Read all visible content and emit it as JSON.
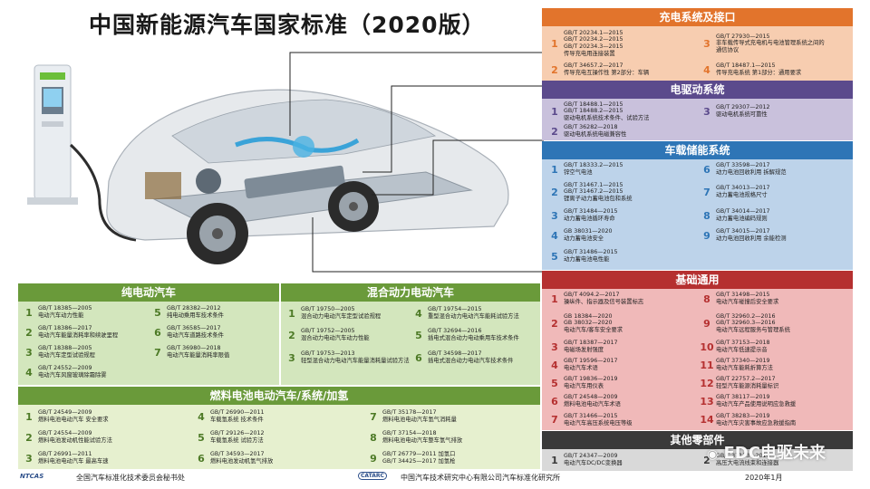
{
  "title": "中国新能源汽车国家标准（2020版）",
  "colors": {
    "charging": "#e2742c",
    "charging_light": "#f7cdb0",
    "motor": "#5b4a8c",
    "motor_light": "#c9c1dc",
    "storage": "#2e75b6",
    "storage_light": "#bdd3ea",
    "basic": "#b53030",
    "basic_light": "#f0b9b9",
    "other": "#3a3a3a",
    "other_light": "#d9d9d9",
    "ev": "#6a9a3a",
    "ev_light": "#d3e6bd",
    "fuel": "#6a9a3a",
    "fuel_light": "#e6f0cf"
  },
  "sections": {
    "charging": {
      "title": "充电系统及接口",
      "items": [
        {
          "no": "1",
          "text": "GB/T 20234.1—2015\nGB/T 20234.2—2015\nGB/T 20234.3—2015\n传导充电用连接装置"
        },
        {
          "no": "3",
          "text": "GB/T 27930—2015\n非车载传导式充电机与电池管理系统之间的\n通信协议"
        },
        {
          "no": "2",
          "text": "GB/T 34657.2—2017\n传导充电互操作性  第2部分：车辆"
        },
        {
          "no": "4",
          "text": "GB/T 18487.1—2015\n传导充电系统  第1部分：通用要求"
        }
      ]
    },
    "motor": {
      "title": "电驱动系统",
      "items": [
        {
          "no": "1",
          "text": "GB/T 18488.1—2015\nGB/T 18488.2—2015\n驱动电机系统技术条件、试验方法"
        },
        {
          "no": "3",
          "text": "GB/T 29307—2012\n驱动电机系统可靠性"
        },
        {
          "no": "2",
          "text": "GB/T 36282—2018\n驱动电机系统电磁兼容性"
        }
      ]
    },
    "storage": {
      "title": "车载储能系统",
      "items": [
        {
          "no": "1",
          "text": "GB/T 18333.2—2015\n锌空气电池"
        },
        {
          "no": "6",
          "text": "GB/T 33598—2017\n动力电池回收利用 拆解规范"
        },
        {
          "no": "2",
          "text": "GB/T 31467.1—2015\nGB/T 31467.2—2015\n锂离子动力蓄电池包和系统"
        },
        {
          "no": "7",
          "text": "GB/T 34013—2017\n动力蓄电池规格尺寸"
        },
        {
          "no": "3",
          "text": "GB/T 31484—2015\n动力蓄电池循环寿命"
        },
        {
          "no": "8",
          "text": "GB/T 34014—2017\n动力蓄电池编码规则"
        },
        {
          "no": "4",
          "text": "GB 38031—2020\n动力蓄电池安全"
        },
        {
          "no": "9",
          "text": "GB/T 34015—2017\n动力电池回收利用 余能检测"
        },
        {
          "no": "5",
          "text": "GB/T 31486—2015\n动力蓄电池电性能"
        }
      ]
    },
    "basic": {
      "title": "基础通用",
      "items": [
        {
          "no": "1",
          "text": "GB/T 4094.2—2017\n操纵件、指示器及信号装置标志"
        },
        {
          "no": "8",
          "text": "GB/T 31498—2015\n电动汽车碰撞后安全要求"
        },
        {
          "no": "2",
          "text": "GB 18384—2020\nGB 38032—2020\n电动汽车/客车安全要求"
        },
        {
          "no": "9",
          "text": "GB/T 32960.2—2016\nGB/T 32960.3—2016\n电动汽车远程服务与管理系统"
        },
        {
          "no": "3",
          "text": "GB/T 18387—2017\n电磁场发射强度"
        },
        {
          "no": "10",
          "text": "GB/T 37153—2018\n电动汽车低速提示音"
        },
        {
          "no": "4",
          "text": "GB/T 19596—2017\n电动汽车术语"
        },
        {
          "no": "11",
          "text": "GB/T 37340—2019\n电动汽车能耗折算方法"
        },
        {
          "no": "5",
          "text": "GB/T 19836—2019\n电动汽车用仪表"
        },
        {
          "no": "12",
          "text": "GB/T 22757.2—2017\n轻型汽车能源消耗量标识"
        },
        {
          "no": "6",
          "text": "GB/T 24548—2009\n燃料电池电动汽车术语"
        },
        {
          "no": "13",
          "text": "GB/T 38117—2019\n电动汽车产品使用说明应急救援"
        },
        {
          "no": "7",
          "text": "GB/T 31466—2015\n电动汽车高压系统电压等级"
        },
        {
          "no": "14",
          "text": "GB/T 38283—2019\n电动汽车灾害事故应急救援指南"
        }
      ]
    },
    "other": {
      "title": "其他零部件",
      "items": [
        {
          "no": "1",
          "text": "GB/T 24347—2009\n电动汽车DC/DC变换器"
        },
        {
          "no": "2",
          "text": "GB/T 37133—2018\n高压大电流线束和连接器"
        }
      ]
    },
    "ev": {
      "title": "纯电动汽车",
      "items": [
        {
          "no": "1",
          "text": "GB/T 18385—2005\n电动汽车动力性能"
        },
        {
          "no": "5",
          "text": "GB/T 28382—2012\n纯电动乘用车技术条件"
        },
        {
          "no": "2",
          "text": "GB/T 18386—2017\n电动汽车能量消耗率和续驶里程"
        },
        {
          "no": "6",
          "text": "GB/T 36585—2017\n电动汽车道路技术条件"
        },
        {
          "no": "3",
          "text": "GB/T 18388—2005\n电动汽车定型试验规程"
        },
        {
          "no": "7",
          "text": "GB/T 36980—2018\n电动汽车能量消耗率限值"
        },
        {
          "no": "4",
          "text": "GB/T 24552—2009\n电动汽车风窗玻璃除霜除雾"
        }
      ]
    },
    "hybrid": {
      "title": "混合动力电动汽车",
      "items": [
        {
          "no": "1",
          "text": "GB/T 19750—2005\n混合动力电动汽车定型试验规程"
        },
        {
          "no": "4",
          "text": "GB/T 19754—2015\n重型混合动力电动汽车能耗试验方法"
        },
        {
          "no": "2",
          "text": "GB/T 19752—2005\n混合动力电动汽车动力性能"
        },
        {
          "no": "5",
          "text": "GB/T 32694—2016\n插电式混合动力电动乘用车技术条件"
        },
        {
          "no": "3",
          "text": "GB/T 19753—2013\n轻型混合动力电动汽车能量消耗量试验方法"
        },
        {
          "no": "6",
          "text": "GB/T 34598—2017\n插电式混合动力电动汽车技术条件"
        }
      ]
    },
    "fuel": {
      "title": "燃料电池电动汽车/系统/加氢",
      "items": [
        {
          "no": "1",
          "text": "GB/T 24549—2009\n燃料电池电动汽车  安全要求"
        },
        {
          "no": "4",
          "text": "GB/T 26990—2011\n车载氢系统  技术条件"
        },
        {
          "no": "7",
          "text": "GB/T 35178—2017\n燃料电池电动汽车氢气消耗量"
        },
        {
          "no": "2",
          "text": "GB/T 24554—2009\n燃料电池发动机性能试验方法"
        },
        {
          "no": "5",
          "text": "GB/T 29126—2012\n车载氢系统  试验方法"
        },
        {
          "no": "8",
          "text": "GB/T 37154—2018\n燃料电池电动汽车整车氢气排放"
        },
        {
          "no": "3",
          "text": "GB/T 26991—2011\n燃料电池电动汽车  最高车速"
        },
        {
          "no": "6",
          "text": "GB/T 34593—2017\n燃料电池发动机氢气排放"
        },
        {
          "no": "9",
          "text": "GB/T 26779—2011  加氢口\nGB/T 34425—2017  加氢枪"
        }
      ]
    }
  },
  "footer": {
    "left_logo": "NTCAS",
    "left": "全国汽车标准化技术委员会秘书处",
    "center_logo": "CATARC",
    "center": "中国汽车技术研究中心有限公司汽车标准化研究所",
    "right": "2020年1月"
  },
  "watermark": "EDC电驱未来",
  "icons": {
    "car": "electric-car-illustration",
    "charger": "charging-station-illustration",
    "wechat": "wechat-icon"
  }
}
